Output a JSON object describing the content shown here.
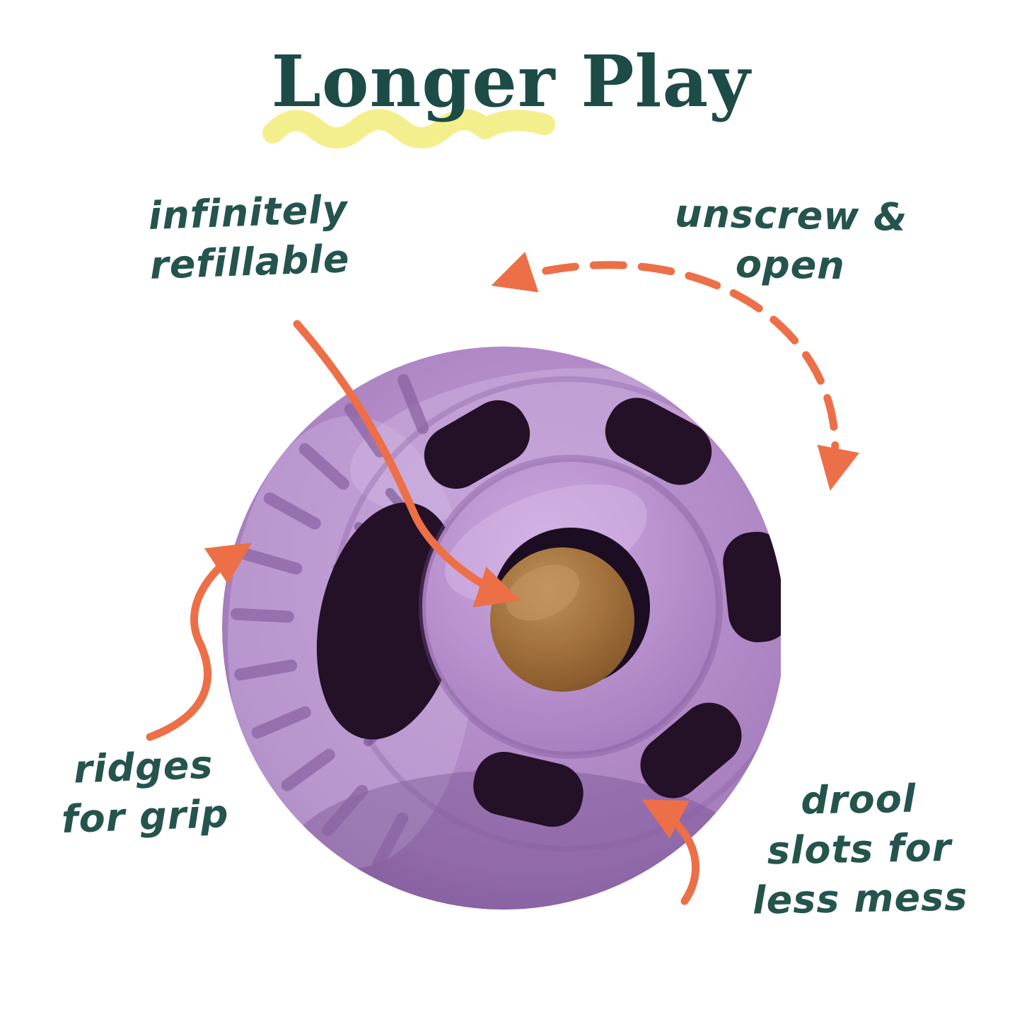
{
  "title": "Longer Play",
  "annotations": {
    "refillable": {
      "line1": "infinitely",
      "line2": "refillable"
    },
    "unscrew": {
      "line1": "unscrew &",
      "line2": "open"
    },
    "ridges": {
      "line1": "ridges",
      "line2": "for grip"
    },
    "drool": {
      "line1": "drool",
      "line2": "slots for",
      "line3": "less mess"
    }
  },
  "illustration": {
    "subject": "purple treat-dispensing ball toy with brown treat visible in center opening"
  },
  "colors": {
    "heading_teal": "#1d4b46",
    "annotation_teal": "#24544d",
    "arrow_orange": "#ed6f47",
    "highlight_yellow": "#f3ef8d",
    "ball_purple": "#b28bc8",
    "slot_dark": "#241027",
    "treat_brown": "#a4733e"
  }
}
